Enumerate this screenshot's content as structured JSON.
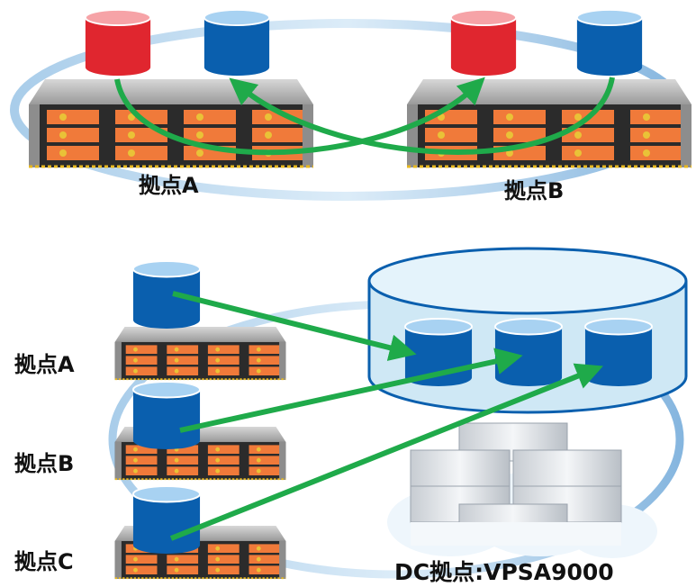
{
  "top": {
    "site_a_label": "拠点A",
    "site_b_label": "拠点B"
  },
  "bottom": {
    "site_a_label": "拠点A",
    "site_b_label": "拠点B",
    "site_c_label": "拠点C",
    "dc_label": "DC拠点:VPSA9000"
  },
  "colors": {
    "volume_blue": "#0a5fae",
    "volume_red": "#e0262f",
    "arrow_green": "#1faa4a",
    "ring_blue": "#8dbbe3",
    "pool_fill": "#d8eef8"
  },
  "icons": [
    "database-icon",
    "server-chassis-icon",
    "storage-pool-icon",
    "cloud-server-icon",
    "replication-arrow-icon"
  ]
}
